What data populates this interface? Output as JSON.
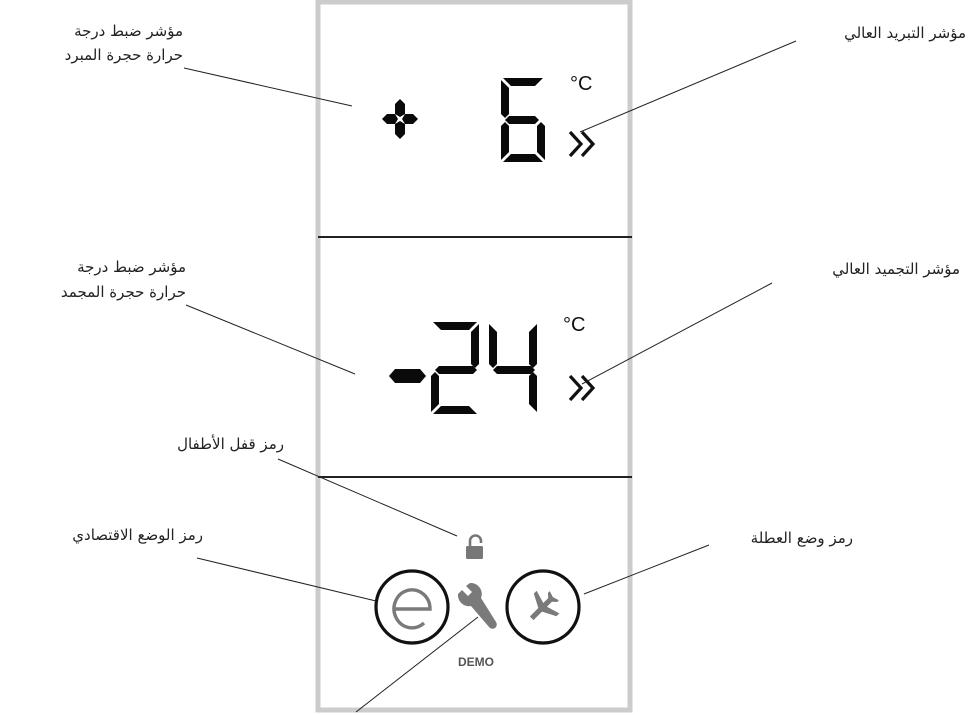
{
  "display": {
    "fridge": {
      "sign": "+",
      "value": "6",
      "unit": "°C"
    },
    "freezer": {
      "sign": "-",
      "value": "24",
      "unit": "°C"
    },
    "demo_label": "DEMO"
  },
  "labels": {
    "fridge_setting_line1": "مؤشر ضبط درجة",
    "fridge_setting_line2": "حرارة حجرة المبرد",
    "super_cool": "مؤشر التبريد العالي",
    "freezer_setting_line1": "مؤشر ضبط درجة",
    "freezer_setting_line2": "حرارة حجرة المجمد",
    "super_freeze": "مؤشر التجميد العالي",
    "child_lock": "رمز قفل الأطفال",
    "eco_mode": "رمز الوضع الاقتصادي",
    "holiday_mode": "رمز وضع العطلة"
  },
  "colors": {
    "panel_border": "#cccccc",
    "segments": "#0a0a0a",
    "icons": "#7a7a7a"
  },
  "icons": [
    "lock-icon",
    "eco-e-icon",
    "wrench-icon",
    "airplane-icon",
    "double-chevron-icon"
  ]
}
